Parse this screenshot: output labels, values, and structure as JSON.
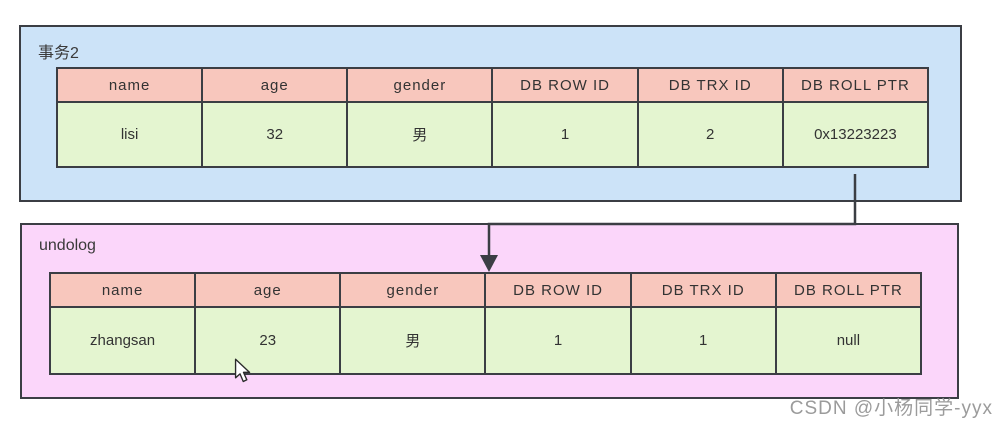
{
  "colors": {
    "box_blue": "#cce3f8",
    "box_pink": "#fbd6fa",
    "header_fill": "#f8c7bd",
    "cell_fill": "#e4f5d0",
    "border": "#3b3e44",
    "watermark": "#9b9b9b",
    "page_bg": "#ffffff"
  },
  "transaction_box": {
    "label": "事务2",
    "table": {
      "headers": [
        "name",
        "age",
        "gender",
        "DB ROW ID",
        "DB TRX ID",
        "DB ROLL PTR"
      ],
      "row": [
        "lisi",
        "32",
        "男",
        "1",
        "2",
        "0x13223223"
      ]
    }
  },
  "undolog_box": {
    "label": "undolog",
    "table": {
      "headers": [
        "name",
        "age",
        "gender",
        "DB ROW ID",
        "DB TRX ID",
        "DB ROLL PTR"
      ],
      "row": [
        "zhangsan",
        "23",
        "男",
        "1",
        "1",
        "null"
      ]
    }
  },
  "arrow": {
    "from": "transaction2 DB ROLL PTR cell",
    "to": "undolog table"
  },
  "watermark": "CSDN @小杨同学-yyx"
}
